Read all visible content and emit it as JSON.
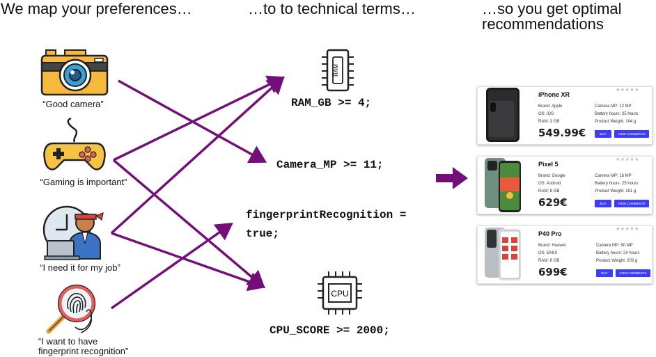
{
  "headers": {
    "col1": "We map your preferences…",
    "col2": "…to to technical terms…",
    "col3_line1": "…so you get optimal",
    "col3_line2": "recommendations"
  },
  "preferences": [
    {
      "label": "“Good camera”",
      "icon": "camera-icon"
    },
    {
      "label": "“Gaming is important”",
      "icon": "gamepad-icon"
    },
    {
      "label": "“I need it for my job”",
      "icon": "office-worker-icon"
    },
    {
      "label_line1": "“I want to have",
      "label_line2": "fingerprint recognition”",
      "icon": "fingerprint-icon"
    }
  ],
  "terms": {
    "ram": "RAM_GB >= 4;",
    "camera": "Camera_MP >= 11;",
    "fingerprint_line1": "fingerprintRecognition =",
    "fingerprint_line2": "true;",
    "cpu": "CPU_SCORE >= 2000;",
    "ram_chip_text": "RAM",
    "cpu_chip_text": "CPU"
  },
  "products": [
    {
      "name": "iPhone XR",
      "stars": "★★★★★",
      "brand": "Brand: Apple",
      "os": "OS: iOS",
      "ram": "RAM: 3 GB",
      "camera": "Camera MP: 12 MP",
      "battery": "Battery hours: 25 hours",
      "weight": "Product Weight: 194 g",
      "price": "549.99€",
      "buy": "BUY",
      "comments": "VIEW COMMENTS"
    },
    {
      "name": "Pixel 5",
      "stars": "★★★★★",
      "brand": "Brand: Google",
      "os": "OS: Android",
      "ram": "RAM: 8 GB",
      "camera": "Camera MP: 16 MP",
      "battery": "Battery hours: 25 hours",
      "weight": "Product Weight: 151 g",
      "price": "629€",
      "buy": "BUY",
      "comments": "VIEW COMMENTS"
    },
    {
      "name": "P40 Pro",
      "stars": "★★★★★",
      "brand": "Brand: Huawei",
      "os": "OS: EMUI",
      "ram": "RAM: 8 GB",
      "camera": "Camera MP: 50 MP",
      "battery": "Battery hours: 24 hours",
      "weight": "Product Weight: 203 g",
      "price": "699€",
      "buy": "BUY",
      "comments": "VIEW COMMENTS"
    }
  ],
  "colors": {
    "arrow": "#740f7a",
    "button": "#3d3df5",
    "camera_body": "#f6b93b",
    "camera_lens": "#3aa1d8",
    "gamepad": "#f6c445",
    "fingerprint_ring": "#e45d5d"
  }
}
